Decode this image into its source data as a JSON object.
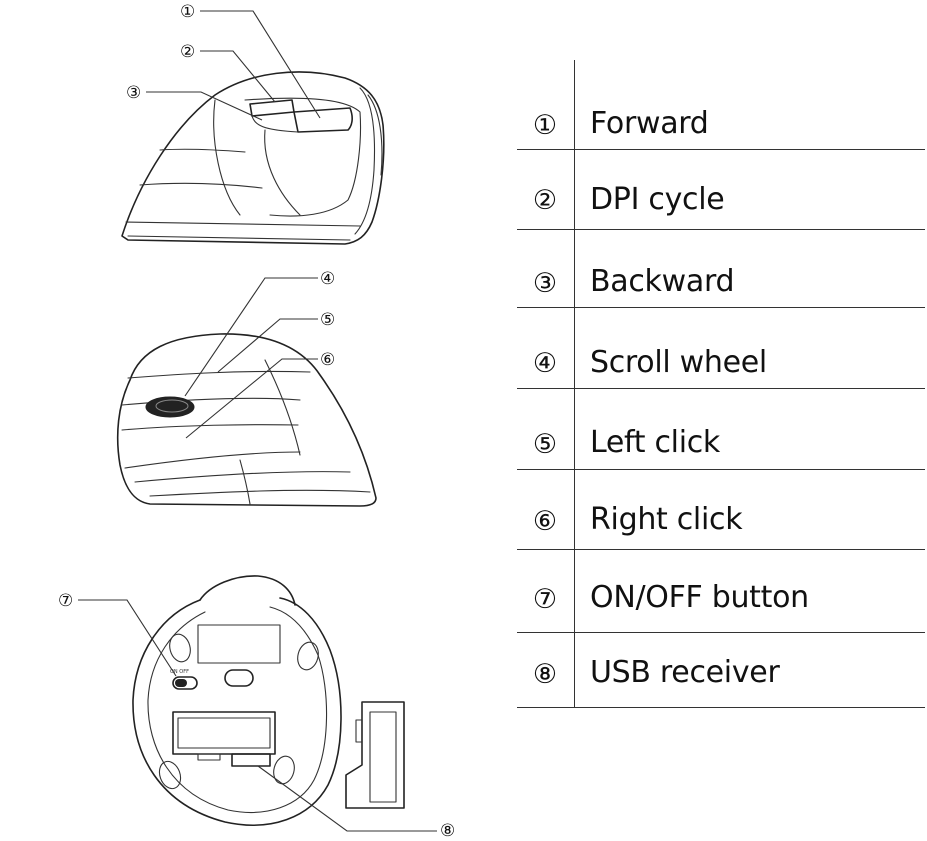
{
  "legend": [
    {
      "num": "①",
      "label": "Forward"
    },
    {
      "num": "②",
      "label": "DPI cycle"
    },
    {
      "num": "③",
      "label": "Backward"
    },
    {
      "num": "④",
      "label": "Scroll wheel"
    },
    {
      "num": "⑤",
      "label": "Left click"
    },
    {
      "num": "⑥",
      "label": "Right click"
    },
    {
      "num": "⑦",
      "label": "ON/OFF button"
    },
    {
      "num": "⑧",
      "label": "USB receiver"
    }
  ],
  "callouts": {
    "c1": "①",
    "c2": "②",
    "c3": "③",
    "c4": "④",
    "c5": "⑤",
    "c6": "⑥",
    "c7": "⑦",
    "c8": "⑧"
  },
  "icons": {
    "side_view": "mouse-side-view-icon",
    "front_view": "mouse-front-view-icon",
    "bottom_view": "mouse-bottom-view-icon",
    "receiver": "usb-receiver-icon"
  }
}
